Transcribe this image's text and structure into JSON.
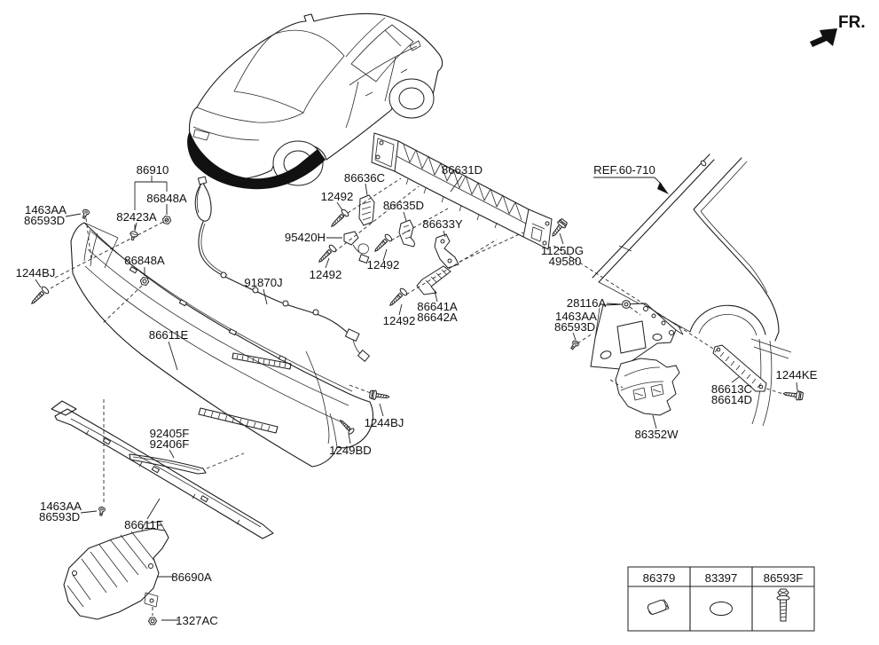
{
  "fr_indicator": "FR.",
  "reference_label": "REF.60-710",
  "parts": {
    "p86910": "86910",
    "p86848a_1": "86848A",
    "p82423a": "82423A",
    "p1463aa_1": "1463AA",
    "p86593d_1": "86593D",
    "p1244bj_1": "1244BJ",
    "p86848a_2": "86848A",
    "p91870j": "91870J",
    "p95420h": "95420H",
    "p12492_1": "12492",
    "p12492_2": "12492",
    "p12492_3": "12492",
    "p12492_4": "12492",
    "p86636c": "86636C",
    "p86635d": "86635D",
    "p86633y": "86633Y",
    "p86631d": "86631D",
    "p1125dg": "1125DG",
    "p49580": "49580",
    "p86641a": "86641A",
    "p86642a": "86642A",
    "p86611e": "86611E",
    "p92405f": "92405F",
    "p92406f": "92406F",
    "p1244bj_2": "1244BJ",
    "p1249bd": "1249BD",
    "p1463aa_2": "1463AA",
    "p86593d_2": "86593D",
    "p86611f": "86611F",
    "p86690a": "86690A",
    "p1327ac": "1327AC",
    "p28116a": "28116A",
    "p1463aa_3": "1463AA",
    "p86593d_3": "86593D",
    "p86613c": "86613C",
    "p86614d": "86614D",
    "p1244ke": "1244KE",
    "p86352w": "86352W"
  },
  "ref_table": {
    "columns": [
      "86379",
      "83397",
      "86593F"
    ]
  }
}
